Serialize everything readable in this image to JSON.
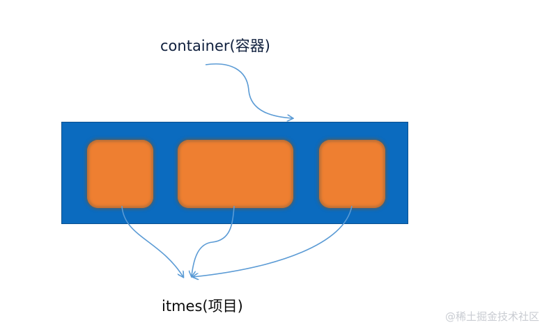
{
  "labels": {
    "container": "container(容器)",
    "items": "itmes(项目)",
    "watermark": "@稀土掘金技术社区"
  },
  "colors": {
    "container": "#0b6bbf",
    "item": "#ee7f31",
    "arrow": "#5b9bd5"
  }
}
